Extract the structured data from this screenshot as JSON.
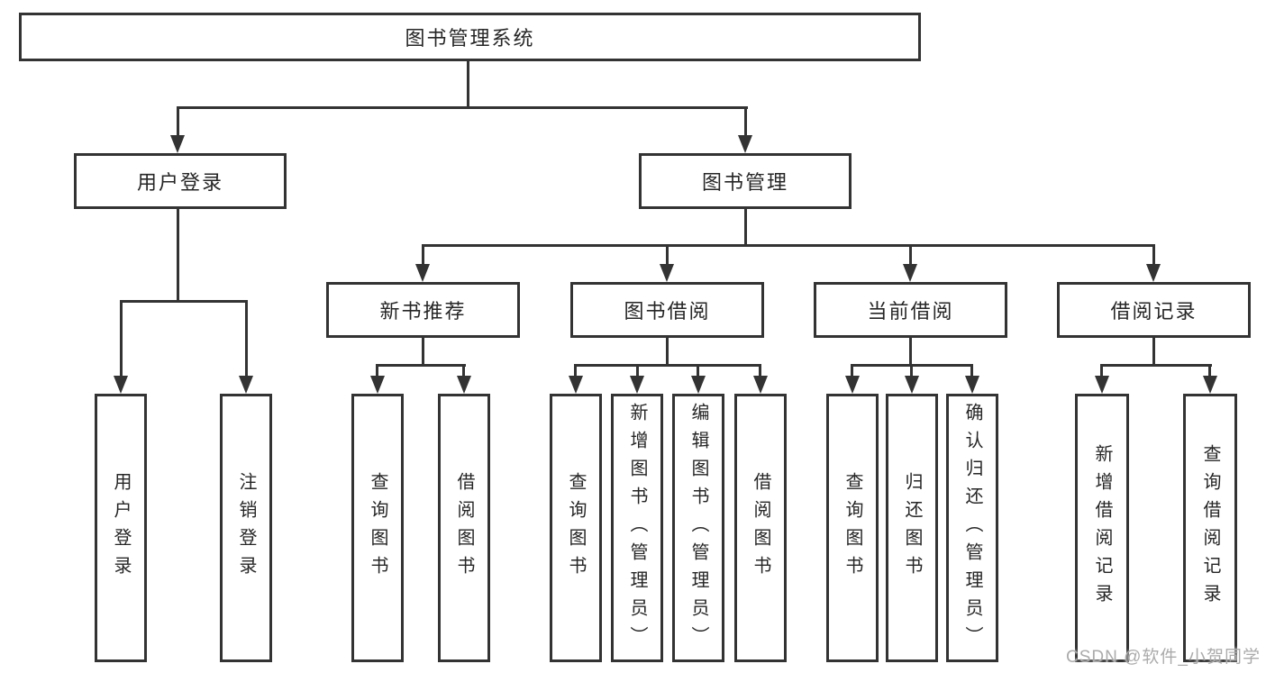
{
  "colors": {
    "line": "#333333",
    "text": "#262626",
    "box_background": "#ffffff",
    "watermark": "#ababab",
    "page_background": "#ffffff"
  },
  "watermark": {
    "text": "CSDN @软件_小贺同学"
  },
  "tree": {
    "root": {
      "label": "图书管理系统"
    },
    "user_login": {
      "label": "用户登录",
      "children": [
        {
          "label": "用户登录"
        },
        {
          "label": "注销登录"
        }
      ]
    },
    "book_management": {
      "label": "图书管理",
      "sections": [
        {
          "label": "新书推荐",
          "children": [
            {
              "label": "查询图书"
            },
            {
              "label": "借阅图书"
            }
          ]
        },
        {
          "label": "图书借阅",
          "children": [
            {
              "label": "查询图书"
            },
            {
              "label": "新增图书（管理员）"
            },
            {
              "label": "编辑图书（管理员）"
            },
            {
              "label": "借阅图书"
            }
          ]
        },
        {
          "label": "当前借阅",
          "children": [
            {
              "label": "查询图书"
            },
            {
              "label": "归还图书"
            },
            {
              "label": "确认归还（管理员）"
            }
          ]
        },
        {
          "label": "借阅记录",
          "children": [
            {
              "label": "新增借阅记录"
            },
            {
              "label": "查询借阅记录"
            }
          ]
        }
      ]
    }
  }
}
